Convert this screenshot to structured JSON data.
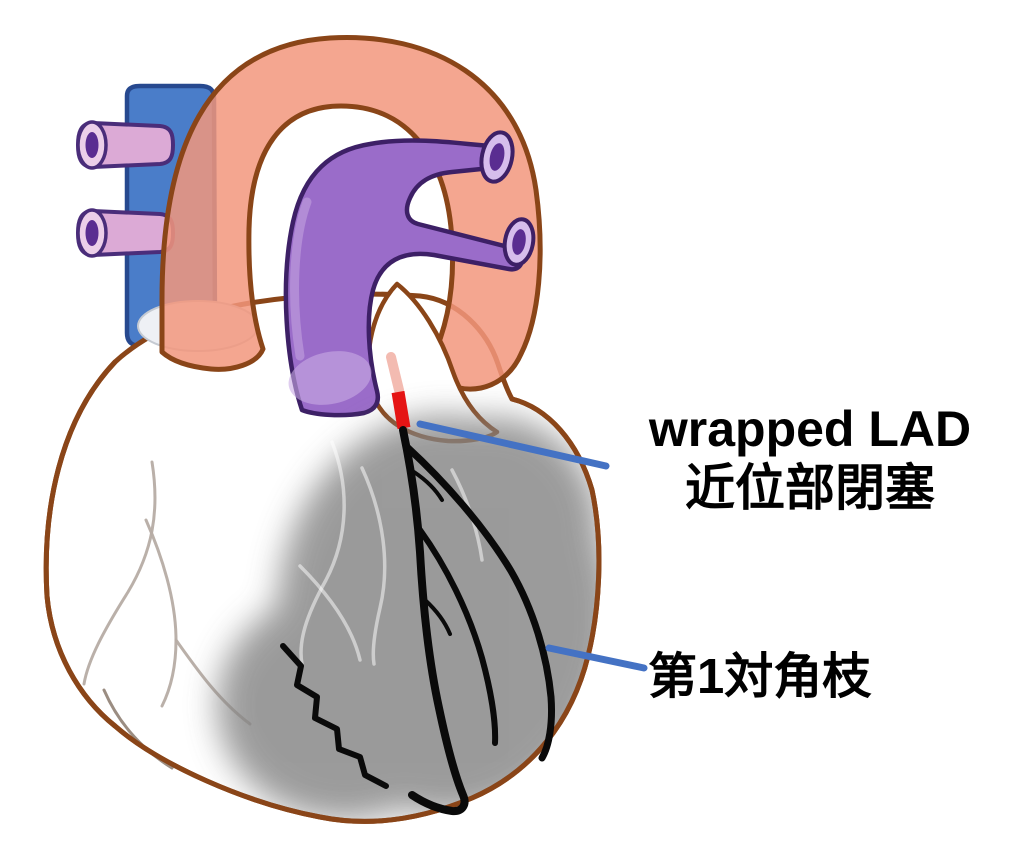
{
  "labels": {
    "occlusion": {
      "line1": "wrapped LAD",
      "line2": "近位部閉塞"
    },
    "first_diagonal": {
      "text": "第1対角枝"
    }
  },
  "colors": {
    "background": "#ffffff",
    "heart_outline": "#8a4518",
    "heart_fill": "#ffffff",
    "aorta": "#f2977c",
    "pulmonary_artery": "#9a6cc9",
    "pulmonary_artery_outline": "#3d2066",
    "pulmonary_opening": "#5a2d91",
    "svc_blue": "#4a7dc9",
    "svc_outline": "#27498f",
    "pulmonary_vein": "#dcaad6",
    "vein_outline": "#4a2d7a",
    "ischemia_gray": "#858585",
    "artery_black": "#0a0a0a",
    "occlusion_red": "#e51414",
    "leader_blue": "#4472c4",
    "label_text": "#000000"
  }
}
